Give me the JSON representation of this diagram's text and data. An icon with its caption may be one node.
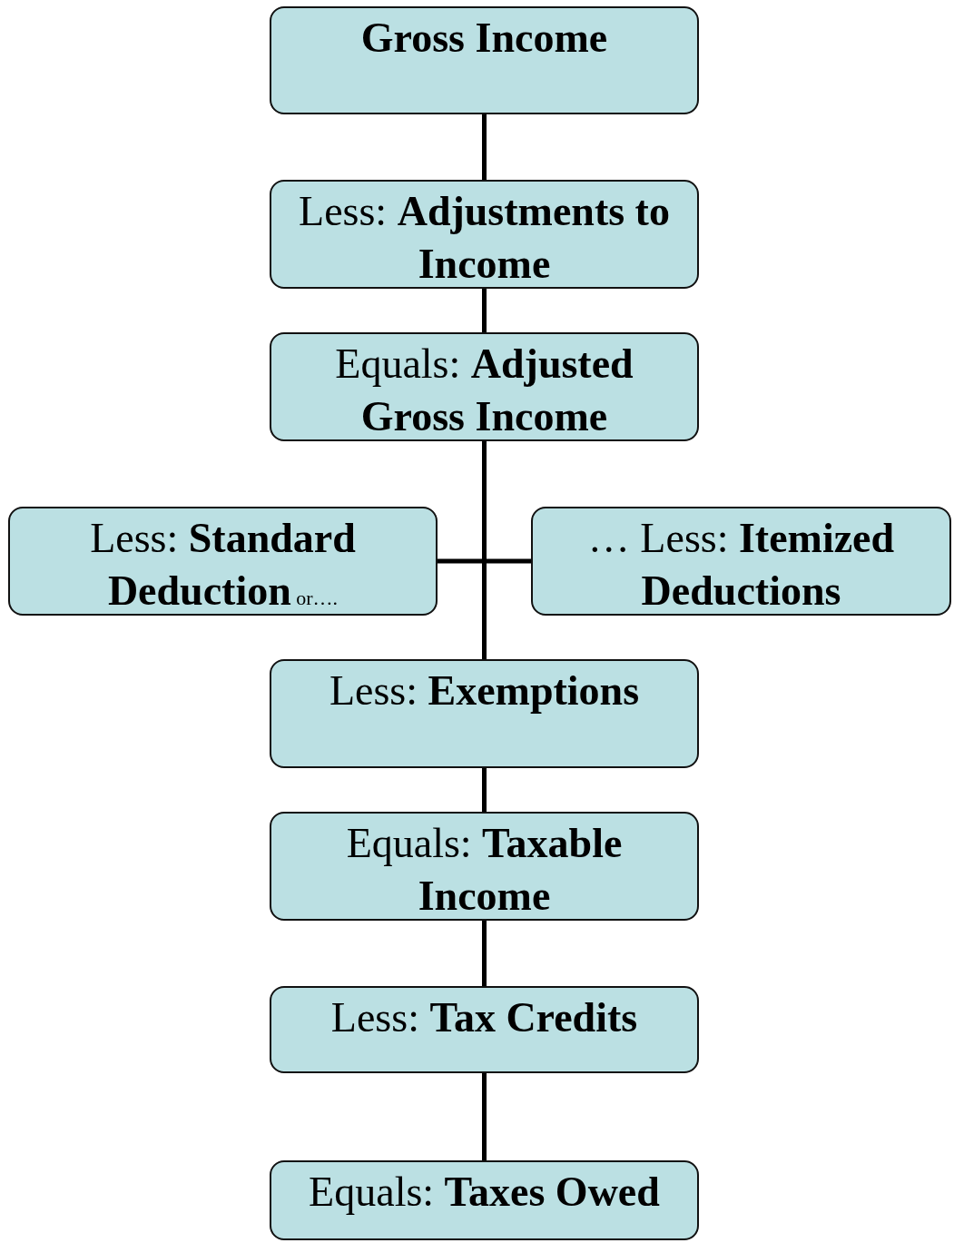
{
  "diagram": {
    "nodes": [
      {
        "text": [
          "Gross Income"
        ]
      },
      {
        "text": [
          "Less: **Adjustments to Income**"
        ]
      },
      {
        "text": [
          "Equals: **Adjusted Gross Income**"
        ]
      },
      {
        "text": [
          "Less: **Standard Deduction**",
          "or…."
        ]
      },
      {
        "text": [
          "… Less: **Itemized Deductions**"
        ]
      },
      {
        "text": [
          "Less: **Exemptions**"
        ]
      },
      {
        "text": [
          "Equals: **Taxable Income**"
        ]
      },
      {
        "text": [
          "Less: **Tax Credits**"
        ]
      },
      {
        "text": [
          "Equals: **Taxes Owed**"
        ]
      }
    ],
    "edges": [
      {
        "from": 0,
        "to": 1,
        "arrow": "none"
      },
      {
        "from": 1,
        "to": 2,
        "arrow": "none"
      },
      {
        "from": 2,
        "to": 5,
        "arrow": "none"
      },
      {
        "from": 3,
        "to": 4,
        "arrow": "none"
      },
      {
        "from": 5,
        "to": 6,
        "arrow": "none"
      },
      {
        "from": 6,
        "to": 7,
        "arrow": "none"
      },
      {
        "from": 7,
        "to": 8,
        "arrow": "none"
      }
    ]
  }
}
